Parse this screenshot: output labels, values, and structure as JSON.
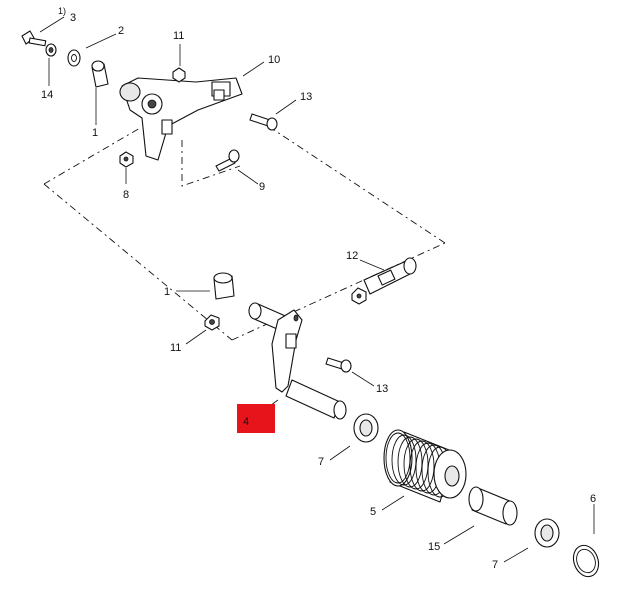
{
  "callouts": {
    "c3": "3",
    "c3_note": "1)",
    "c2": "2",
    "c14": "14",
    "c1_top": "1",
    "c11_top": "11",
    "c10": "10",
    "c13_top": "13",
    "c8": "8",
    "c9": "9",
    "c12": "12",
    "c1_mid": "1",
    "c11_mid": "11",
    "c13_mid": "13",
    "c4": "4",
    "c7_left": "7",
    "c5": "5",
    "c15": "15",
    "c7_right": "7",
    "c6": "6"
  },
  "colors": {
    "highlight": "#e8141b",
    "line": "#111111"
  }
}
